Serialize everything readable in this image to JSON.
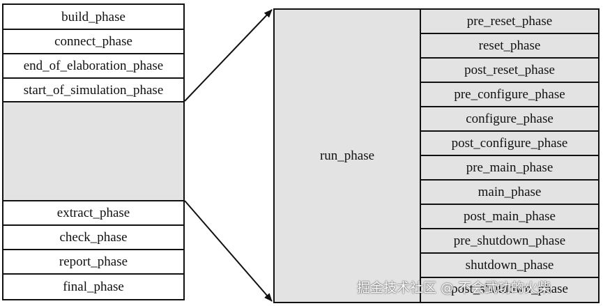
{
  "left_phases": {
    "build": "build_phase",
    "connect": "connect_phase",
    "end_of_elaboration": "end_of_elaboration_phase",
    "start_of_simulation": "start_of_simulation_phase",
    "extract": "extract_phase",
    "check": "check_phase",
    "report": "report_phase",
    "final": "final_phase"
  },
  "run_phase": {
    "label": "run_phase",
    "sub_phases": [
      "pre_reset_phase",
      "reset_phase",
      "post_reset_phase",
      "pre_configure_phase",
      "configure_phase",
      "post_configure_phase",
      "pre_main_phase",
      "main_phase",
      "post_main_phase",
      "pre_shutdown_phase",
      "shutdown_phase",
      "post_shutdown_phase"
    ]
  },
  "watermark": "掘金技术社区 @ 不会武功的火柴",
  "colors": {
    "run_fill": "#e3e3e3",
    "border": "#111111",
    "background": "#ffffff"
  }
}
